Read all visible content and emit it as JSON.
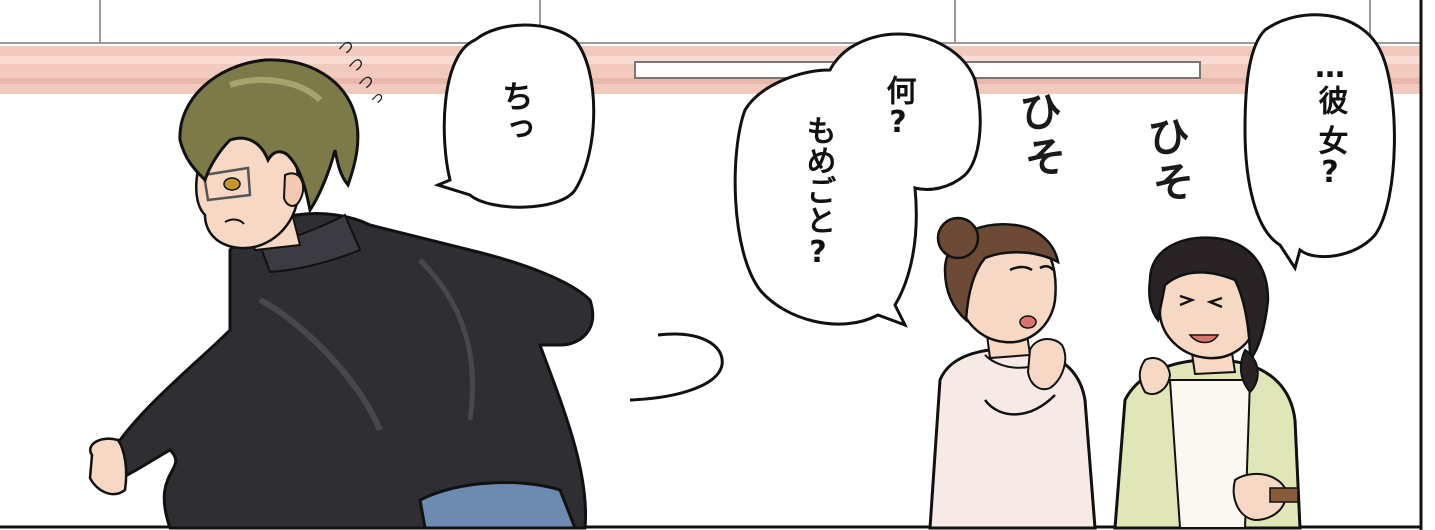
{
  "panel": {
    "speech": {
      "tch": "ちっ",
      "nani_line1": "何?",
      "nani_line2": "もめごと?",
      "kanojo_line1": "…彼",
      "kanojo_line2": "女?"
    },
    "sfx": {
      "hiso_a": "ひそ",
      "hiso_b": "ひそ",
      "steam": "つつつっ"
    }
  },
  "colors": {
    "wall_stripe": "#f2c9bd",
    "jacket": "#2e2e33",
    "hair_male": "#7d7a4a",
    "cardigan_right": "#e0e6b8",
    "top_left_woman": "#f7e9e6",
    "skin": "#f7d8c4",
    "outline": "#111111"
  }
}
